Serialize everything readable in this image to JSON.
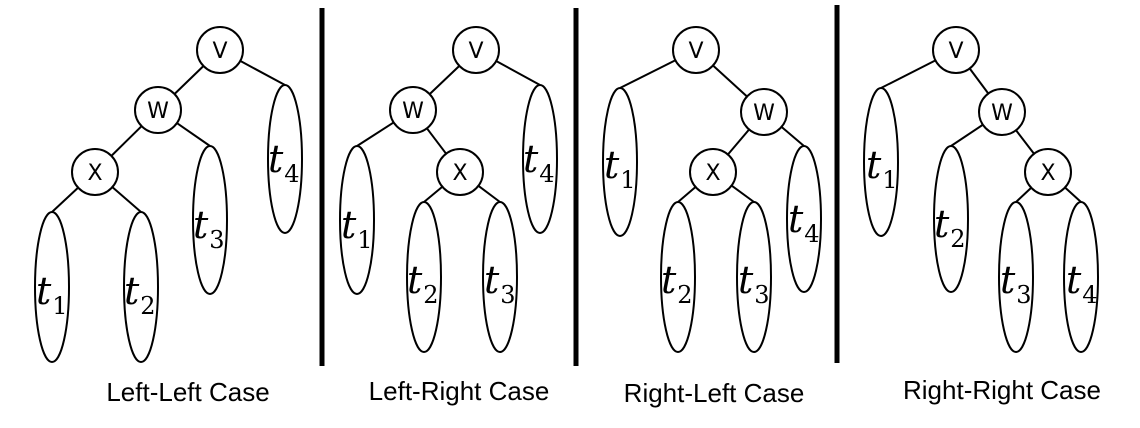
{
  "panels": [
    {
      "caption": "Left-Left Case",
      "nodes": [
        {
          "id": "v",
          "label": "V"
        },
        {
          "id": "w",
          "label": "W"
        },
        {
          "id": "x",
          "label": "X"
        }
      ],
      "subtrees": [
        {
          "id": "t1",
          "base": "t",
          "sub": "1"
        },
        {
          "id": "t2",
          "base": "t",
          "sub": "2"
        },
        {
          "id": "t3",
          "base": "t",
          "sub": "3"
        },
        {
          "id": "t4",
          "base": "t",
          "sub": "4"
        }
      ]
    },
    {
      "caption": "Left-Right Case",
      "nodes": [
        {
          "id": "v",
          "label": "V"
        },
        {
          "id": "w",
          "label": "W"
        },
        {
          "id": "x",
          "label": "X"
        }
      ],
      "subtrees": [
        {
          "id": "t1",
          "base": "t",
          "sub": "1"
        },
        {
          "id": "t2",
          "base": "t",
          "sub": "2"
        },
        {
          "id": "t3",
          "base": "t",
          "sub": "3"
        },
        {
          "id": "t4",
          "base": "t",
          "sub": "4"
        }
      ]
    },
    {
      "caption": "Right-Left Case",
      "nodes": [
        {
          "id": "v",
          "label": "V"
        },
        {
          "id": "w",
          "label": "W"
        },
        {
          "id": "x",
          "label": "X"
        }
      ],
      "subtrees": [
        {
          "id": "t1",
          "base": "t",
          "sub": "1"
        },
        {
          "id": "t2",
          "base": "t",
          "sub": "2"
        },
        {
          "id": "t3",
          "base": "t",
          "sub": "3"
        },
        {
          "id": "t4",
          "base": "t",
          "sub": "4"
        }
      ]
    },
    {
      "caption": "Right-Right Case",
      "nodes": [
        {
          "id": "v",
          "label": "V"
        },
        {
          "id": "w",
          "label": "W"
        },
        {
          "id": "x",
          "label": "X"
        }
      ],
      "subtrees": [
        {
          "id": "t1",
          "base": "t",
          "sub": "1"
        },
        {
          "id": "t2",
          "base": "t",
          "sub": "2"
        },
        {
          "id": "t3",
          "base": "t",
          "sub": "3"
        },
        {
          "id": "t4",
          "base": "t",
          "sub": "4"
        }
      ]
    }
  ]
}
